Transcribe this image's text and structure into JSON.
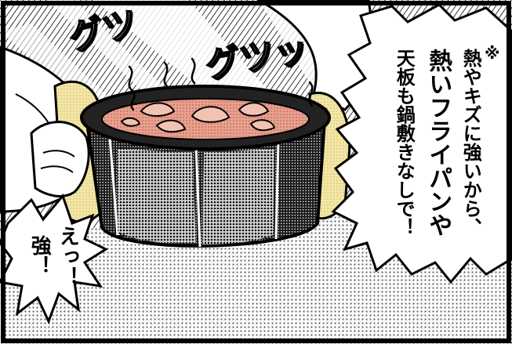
{
  "sfx": {
    "guts_left": "グツ",
    "guts_right": "グツッ"
  },
  "narration": {
    "mark": "※",
    "col1": "熱やキズに強いから、",
    "col2": "熱いフライパンや",
    "col3": "天板も鍋敷きなしで！"
  },
  "speech": {
    "col1": "えっ！",
    "col2": "強！"
  },
  "colors": {
    "ink": "#000000",
    "paper": "#ffffff",
    "soup": "#e9a08f",
    "towel": "#f3e6a6"
  }
}
